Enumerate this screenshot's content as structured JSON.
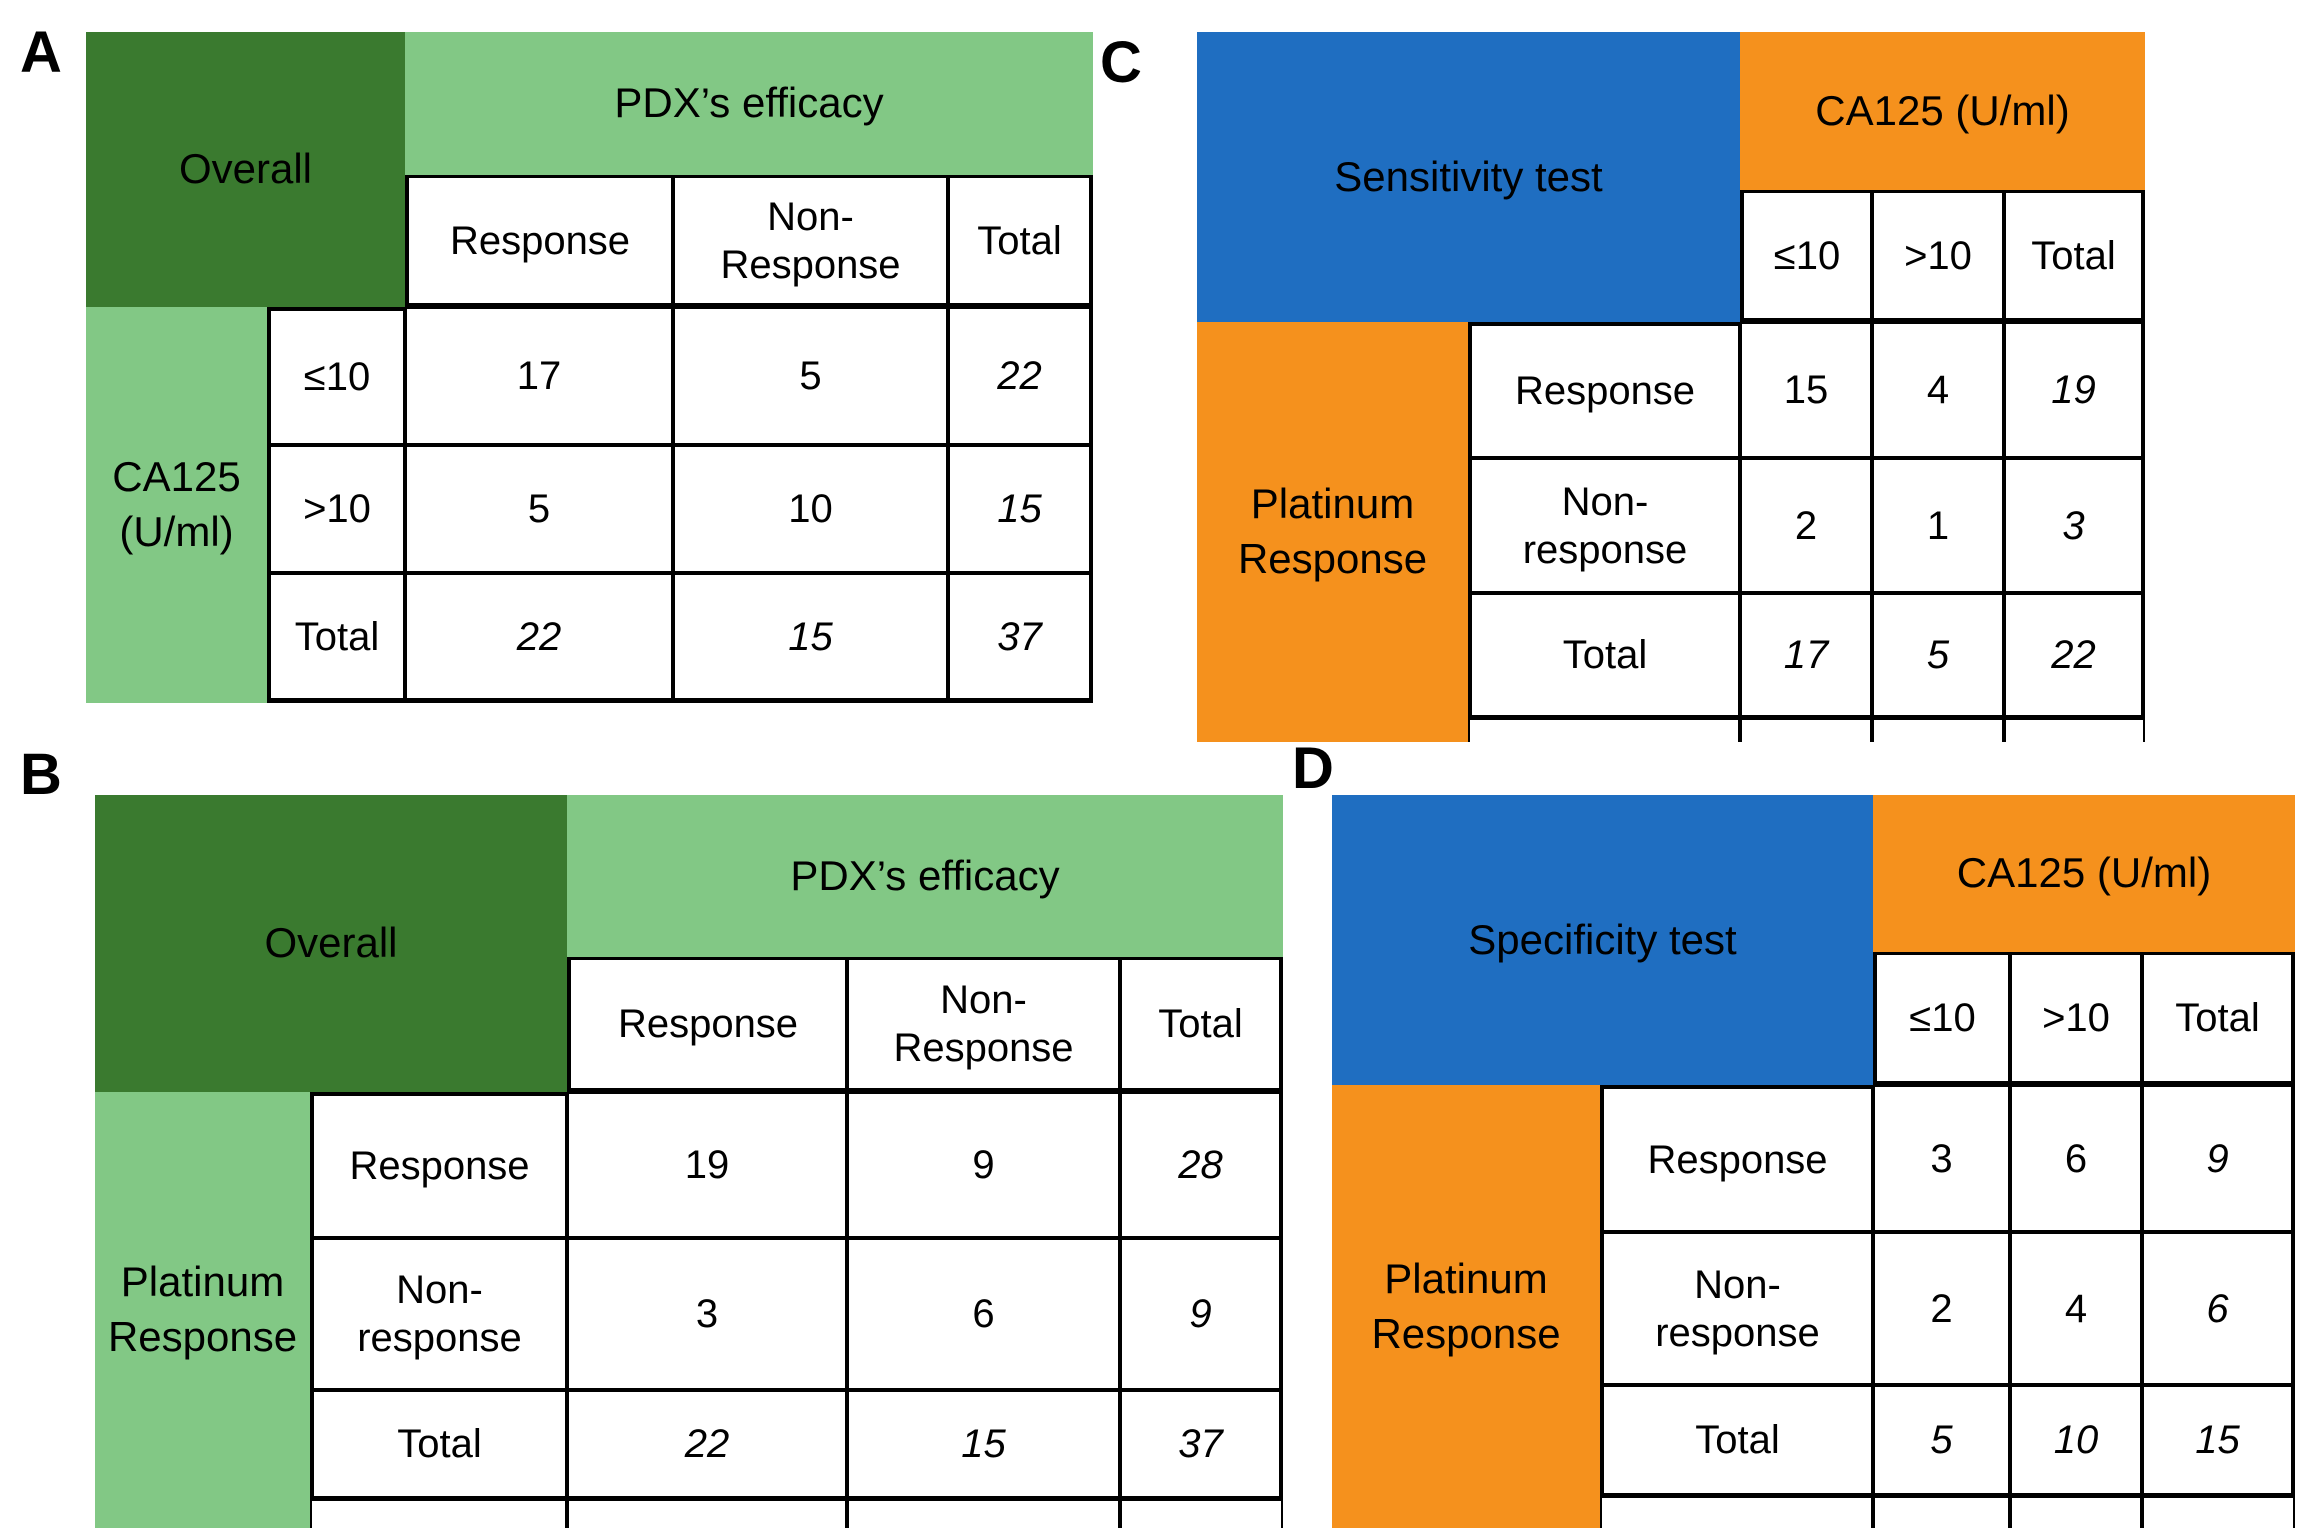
{
  "colors": {
    "dark_green": "#3A7A2F",
    "light_green": "#82C885",
    "blue": "#1F6EC1",
    "orange": "#F5911D",
    "border": "#000000",
    "cell_background": "#FFFFFF"
  },
  "panels": [
    {
      "label": "A",
      "corner": "Overall",
      "top_header": "PDX’s efficacy",
      "side_header": "CA125\n(U/ml)",
      "col_headers": [
        "Response",
        "Non-\nResponse",
        "Total"
      ],
      "row_labels": [
        "≤10",
        ">10",
        "Total"
      ],
      "rows": [
        [
          "17",
          "5",
          "22"
        ],
        [
          "5",
          "10",
          "15"
        ],
        [
          "22",
          "15",
          "37"
        ]
      ]
    },
    {
      "label": "B",
      "corner": "Overall",
      "top_header": "PDX’s efficacy",
      "side_header": "Platinum\nResponse",
      "col_headers": [
        "Response",
        "Non-\nResponse",
        "Total"
      ],
      "row_labels": [
        "Response",
        "Non-\nresponse",
        "Total"
      ],
      "rows": [
        [
          "19",
          "9",
          "28"
        ],
        [
          "3",
          "6",
          "9"
        ],
        [
          "22",
          "15",
          "37"
        ]
      ]
    },
    {
      "label": "C",
      "corner": "Sensitivity test",
      "top_header": "CA125 (U/ml)",
      "side_header": "Platinum\nResponse",
      "col_headers": [
        "≤10",
        ">10",
        "Total"
      ],
      "row_labels": [
        "Response",
        "Non-\nresponse",
        "Total"
      ],
      "rows": [
        [
          "15",
          "4",
          "19"
        ],
        [
          "2",
          "1",
          "3"
        ],
        [
          "17",
          "5",
          "22"
        ]
      ]
    },
    {
      "label": "D",
      "corner": "Specificity test",
      "top_header": "CA125 (U/ml)",
      "side_header": "Platinum\nResponse",
      "col_headers": [
        "≤10",
        ">10",
        "Total"
      ],
      "row_labels": [
        "Response",
        "Non-\nresponse",
        "Total"
      ],
      "rows": [
        [
          "3",
          "6",
          "9"
        ],
        [
          "2",
          "4",
          "6"
        ],
        [
          "5",
          "10",
          "15"
        ]
      ]
    }
  ]
}
